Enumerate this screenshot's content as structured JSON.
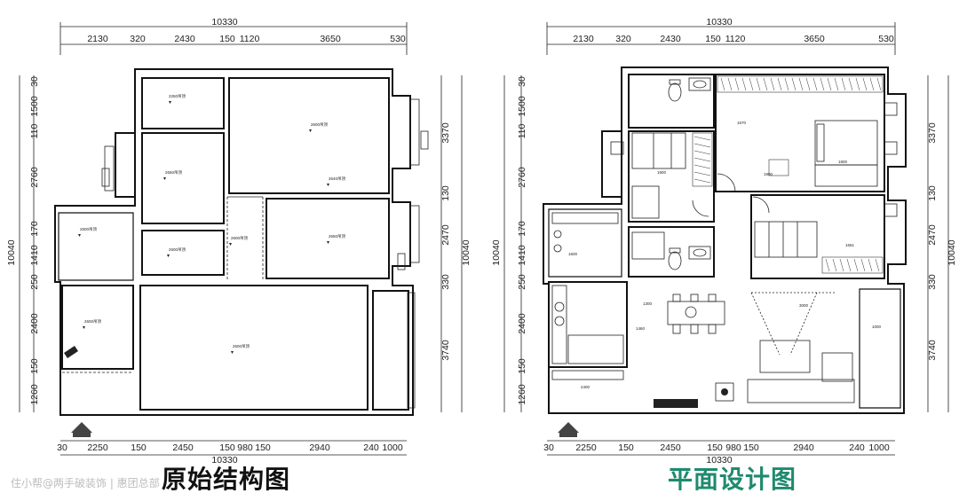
{
  "captions": {
    "left": "原始结构图",
    "right": "平面设计图"
  },
  "watermark": "住小帮@两手破装饰 | 惠团总部",
  "dimensions": {
    "total_width": "10330",
    "total_height": "10040",
    "top_segments": [
      "2130",
      "320",
      "2430",
      "150",
      "1120",
      "3650",
      "530"
    ],
    "bottom_segments": [
      "30",
      "2250",
      "150",
      "2450",
      "150",
      "980",
      "150",
      "2940",
      "240",
      "1000"
    ],
    "left_segments": [
      "30",
      "1500",
      "110",
      "2760",
      "170",
      "1410",
      "250",
      "2400",
      "150",
      "1260"
    ],
    "right_segments": [
      "3370",
      "130",
      "2470",
      "330",
      "3740"
    ]
  },
  "plan_labels": {
    "left_rooms": [
      "2250吊顶",
      "2600吊顶",
      "2650吊顶",
      "2640吊顶",
      "2600吊顶",
      "2600吊顶",
      "2650吊顶",
      "2600吊顶",
      "2600吊顶",
      "2600吊顶"
    ],
    "right_inner": [
      "1570",
      "1900",
      "1800",
      "1900",
      "1651",
      "3000",
      "1000",
      "1300",
      "2400",
      "1460",
      "1600"
    ]
  },
  "colors": {
    "line": "#111111",
    "caption_left": "#111111",
    "caption_right": "#1f8a6e",
    "watermark": "#bdbdbd"
  },
  "icons": [
    "north-arrow-icon",
    "toilet-icon",
    "sink-icon",
    "bed-icon",
    "sofa-icon",
    "dining-table-icon"
  ]
}
